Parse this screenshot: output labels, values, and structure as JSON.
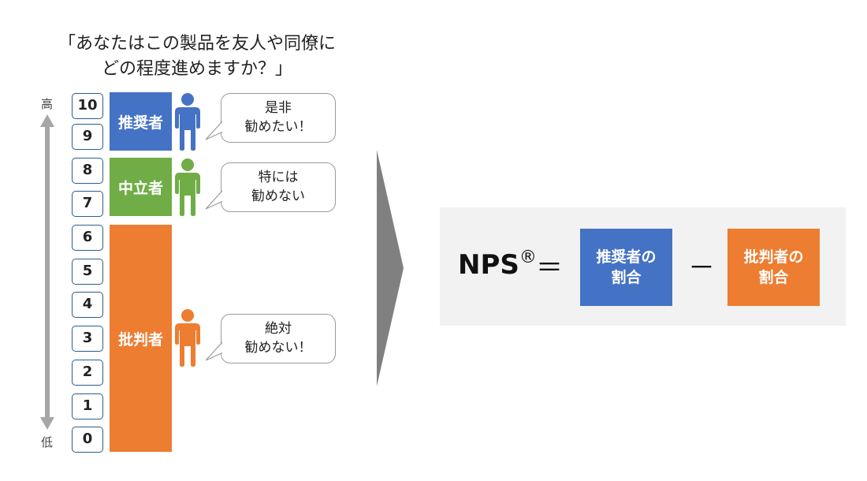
{
  "question": {
    "line1": "「あなたはこの製品を友人や同僚に",
    "line2": "どの程度進めますか？」"
  },
  "axis": {
    "high": "高",
    "low": "低"
  },
  "scores": [
    "10",
    "9",
    "8",
    "7",
    "6",
    "5",
    "4",
    "3",
    "2",
    "1",
    "0"
  ],
  "groups": {
    "promoters": {
      "label": "推奨者",
      "color": "#4472c4"
    },
    "passives": {
      "label": "中立者",
      "color": "#70ad47"
    },
    "detractors": {
      "label": "批判者",
      "color": "#ed7d31"
    }
  },
  "bubbles": {
    "promoters": {
      "line1": "是非",
      "line2": "勧めたい！"
    },
    "passives": {
      "line1": "特には",
      "line2": "勧めない"
    },
    "detractors": {
      "line1": "絶対",
      "line2": "勧めない！"
    }
  },
  "formula": {
    "nps": "NPS",
    "registered": "®",
    "equals": "＝",
    "promoter_ratio": {
      "line1": "推奨者の",
      "line2": "割合"
    },
    "minus": "－",
    "detractor_ratio": {
      "line1": "批判者の",
      "line2": "割合"
    }
  },
  "icons": [
    "person-icon-promoter",
    "person-icon-passive",
    "person-icon-detractor"
  ]
}
